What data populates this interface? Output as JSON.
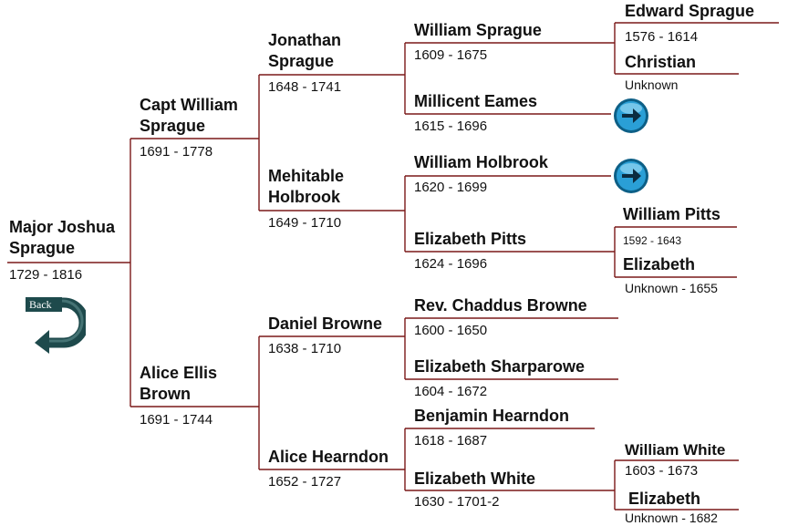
{
  "colors": {
    "line": "#7a1818",
    "arrow": "#1d8fc4",
    "back": "#1e4a4c"
  },
  "people": {
    "p1": {
      "name": "Major Joshua Sprague",
      "dates": "1729 - 1816"
    },
    "p2": {
      "name": "Capt  William Sprague",
      "dates": "1691 - 1778"
    },
    "p3": {
      "name": "Alice Ellis Brown",
      "dates": "1691 - 1744"
    },
    "p4": {
      "name": "Jonathan Sprague",
      "dates": "1648 - 1741"
    },
    "p5": {
      "name": "Mehitable Holbrook",
      "dates": "1649 - 1710"
    },
    "p6": {
      "name": "Daniel Browne",
      "dates": "1638 - 1710"
    },
    "p7": {
      "name": "Alice Hearndon",
      "dates": "1652 - 1727"
    },
    "p8": {
      "name": "William Sprague",
      "dates": "1609 - 1675"
    },
    "p9": {
      "name": "Millicent Eames",
      "dates": "1615 - 1696"
    },
    "p10": {
      "name": "William Holbrook",
      "dates": "1620 - 1699"
    },
    "p11": {
      "name": "Elizabeth Pitts",
      "dates": "1624 - 1696"
    },
    "p12": {
      "name": "Rev. Chaddus Browne",
      "dates": "1600 - 1650"
    },
    "p13": {
      "name": "Elizabeth Sharparowe",
      "dates": "1604 - 1672"
    },
    "p14": {
      "name": "Benjamin Hearndon",
      "dates": "1618 - 1687"
    },
    "p15": {
      "name": "Elizabeth White",
      "dates": "1630 - 1701-2"
    },
    "p16": {
      "name": "Edward Sprague",
      "dates": "1576 - 1614"
    },
    "p17": {
      "name": "Christian",
      "dates": "Unknown"
    },
    "p22": {
      "name": "William Pitts",
      "dates": "1592 - 1643"
    },
    "p23": {
      "name": "Elizabeth",
      "dates": "Unknown - 1655"
    },
    "p30": {
      "name": "William White",
      "dates": "1603 - 1673"
    },
    "p31": {
      "name": "Elizabeth",
      "dates": "Unknown - 1682"
    }
  },
  "navigation": {
    "back_label": "Back",
    "arrow_icon": "arrow-right-icon"
  }
}
